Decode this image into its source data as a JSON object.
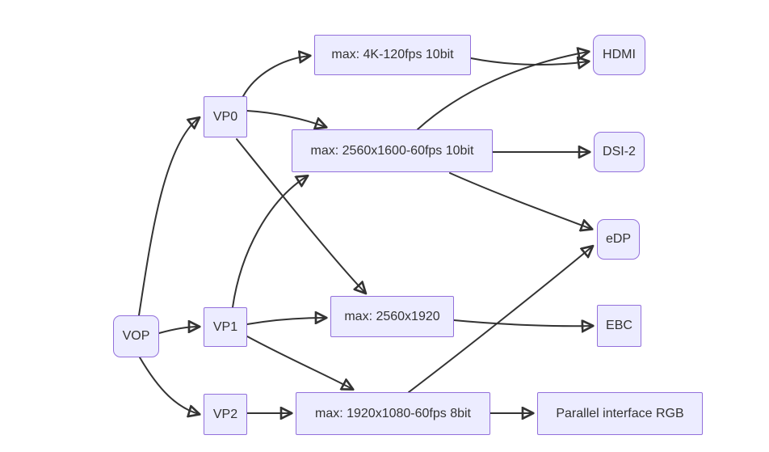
{
  "diagram": {
    "type": "flowchart",
    "direction": "left-to-right",
    "colors": {
      "node_fill": "#ECECFF",
      "node_border": "#9370DB",
      "edge": "#333333",
      "text": "#333333",
      "background": "#ffffff"
    },
    "nodes": {
      "vop": {
        "label": "VOP",
        "shape": "rounded"
      },
      "vp0": {
        "label": "VP0",
        "shape": "rect"
      },
      "vp1": {
        "label": "VP1",
        "shape": "rect"
      },
      "vp2": {
        "label": "VP2",
        "shape": "rect"
      },
      "max_4k": {
        "label": "max: 4K-120fps 10bit",
        "shape": "rect"
      },
      "max_2560x1600": {
        "label": "max: 2560x1600-60fps 10bit",
        "shape": "rect"
      },
      "max_2560x1920": {
        "label": "max: 2560x1920",
        "shape": "rect"
      },
      "max_1920x1080": {
        "label": "max: 1920x1080-60fps 8bit",
        "shape": "rect"
      },
      "hdmi": {
        "label": "HDMI",
        "shape": "rounded"
      },
      "dsi2": {
        "label": "DSI-2",
        "shape": "rounded"
      },
      "edp": {
        "label": "eDP",
        "shape": "rounded"
      },
      "ebc": {
        "label": "EBC",
        "shape": "rect"
      },
      "parallel_rgb": {
        "label": "Parallel interface RGB",
        "shape": "rect"
      }
    },
    "edges": [
      {
        "from": "vop",
        "to": "vp0"
      },
      {
        "from": "vop",
        "to": "vp1"
      },
      {
        "from": "vop",
        "to": "vp2"
      },
      {
        "from": "vp0",
        "to": "max_4k"
      },
      {
        "from": "vp0",
        "to": "max_2560x1600"
      },
      {
        "from": "vp0",
        "to": "max_2560x1920"
      },
      {
        "from": "vp1",
        "to": "max_2560x1600"
      },
      {
        "from": "vp1",
        "to": "max_2560x1920"
      },
      {
        "from": "vp1",
        "to": "max_1920x1080"
      },
      {
        "from": "vp2",
        "to": "max_1920x1080"
      },
      {
        "from": "max_4k",
        "to": "hdmi"
      },
      {
        "from": "max_2560x1600",
        "to": "hdmi"
      },
      {
        "from": "max_2560x1600",
        "to": "dsi2"
      },
      {
        "from": "max_2560x1600",
        "to": "edp"
      },
      {
        "from": "max_2560x1920",
        "to": "ebc"
      },
      {
        "from": "max_1920x1080",
        "to": "edp"
      },
      {
        "from": "max_1920x1080",
        "to": "parallel_rgb"
      }
    ]
  }
}
